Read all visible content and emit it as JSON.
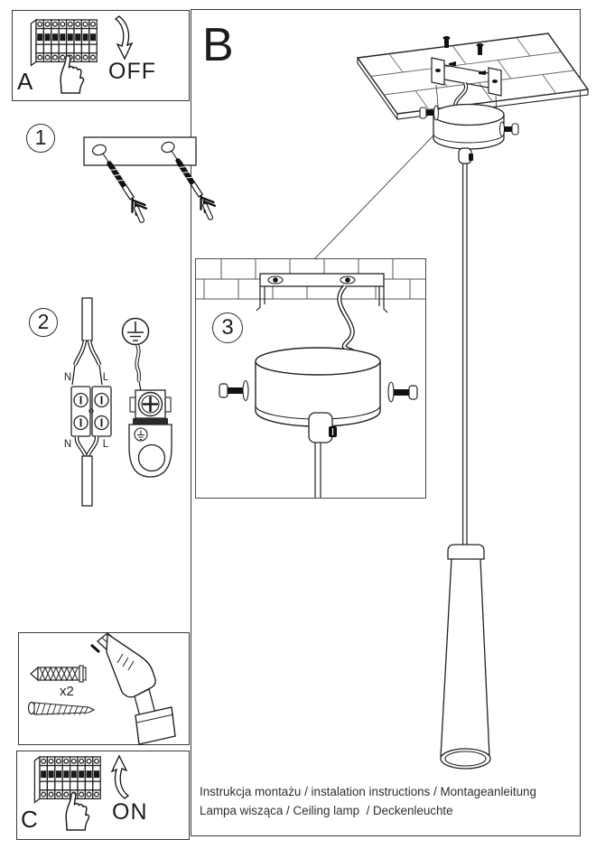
{
  "document": {
    "kind": "ceiling lamp installation instruction sheet"
  },
  "panels": {
    "a": {
      "label": "A",
      "action": "OFF"
    },
    "b": {
      "label": "B"
    },
    "c": {
      "label": "C",
      "action": "ON"
    },
    "hardware": {
      "quantity_label": "x2"
    }
  },
  "steps": {
    "one": "1",
    "two": "2",
    "three": "3"
  },
  "wiring": {
    "neutral": "N",
    "live": "L"
  },
  "footer": {
    "line1": "Instrukcja montażu / instalation instructions / Montageanleitung",
    "line2": "Lampa wisząca / Ceiling lamp  / Deckenleuchte"
  },
  "colors": {
    "line": "#222222",
    "background": "#ffffff"
  }
}
